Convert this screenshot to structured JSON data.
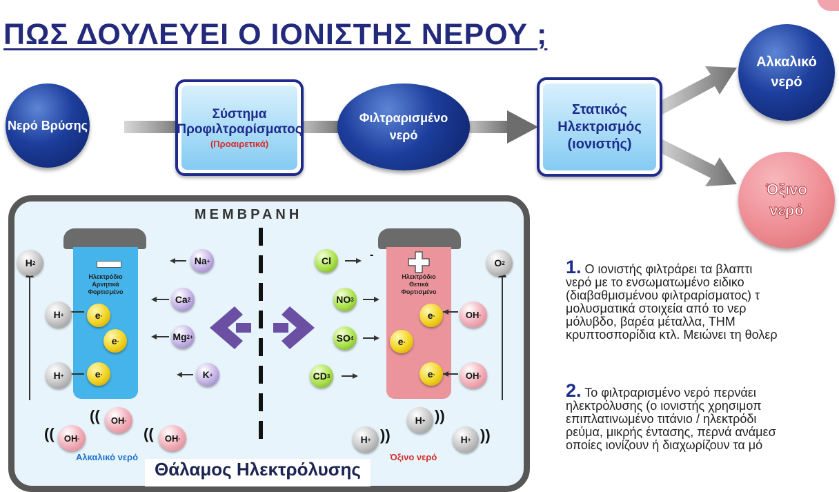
{
  "title": "ΠΩΣ ΔΟΥΛΕΥΕΙ Ο ΙΟΝΙΣΤΗΣ ΝΕΡΟΥ ;",
  "flow": {
    "tap_water": "Νερό Βρύσης",
    "prefilter_title_1": "Σύστημα",
    "prefilter_title_2": "Προφιλτραρίσματος",
    "prefilter_optional": "(Προαιρετικά)",
    "filtered_1": "Φιλτραρισμένο",
    "filtered_2": "νερό",
    "static_1": "Στατικός",
    "static_2": "Ηλεκτρισμός",
    "static_3": "(ιονιστής)",
    "alkaline_1": "Αλκαλικό",
    "alkaline_2": "νερό",
    "acid_1": "Όξινο",
    "acid_2": "νερό"
  },
  "chamber": {
    "membrane": "ΜΕΜΒΡΑΝΗ",
    "caption": "Θάλαμος Ηλεκτρόλυσης",
    "neg_electrode": [
      "Ηλεκτρόδιο",
      "Αρνητικά",
      "Φορτισμένο"
    ],
    "pos_electrode": [
      "Ηλεκτρόδιο",
      "Θετικά",
      "Φορτισμένο"
    ],
    "alkaline_water": "Αλκαλικό νερό",
    "acid_water": "Όξινο νερό",
    "h2": "H",
    "o2": "O",
    "electron": "e",
    "hydroxide": "OH",
    "hydrogen_ion": "H",
    "cations": [
      "Na",
      "Ca",
      "Mg",
      "K"
    ],
    "anions": [
      "Cl",
      "NO",
      "SO",
      "CD"
    ]
  },
  "paragraphs": [
    {
      "num": "1.",
      "lines": [
        "Ο ιονιστής φιλτράρει τα βλαπτι",
        "νερό με το ενσωματωμένο ειδικο",
        "(διαβαθμισμένου φιλτραρίσματος) τ",
        "μολυσματικά στοιχεία από το νερ",
        "μόλυβδο, βαρέα μέταλλα, ΤΗΜ",
        "κρυπτοσπορίδια κτλ. Μειώνει τη θολερ"
      ]
    },
    {
      "num": "2.",
      "lines": [
        "Το φιλτραρισμένο νερό περνάει",
        "ηλεκτρόλυσης (ο ιονιστής χρησιμοπ",
        "επιπλατινωμένο τιτάνιο / ηλεκτρόδι",
        "ρεύμα, μικρής έντασης, περνά ανάμεσ",
        "οποίες ιονίζουν ή διαχωρίζουν τα μό"
      ]
    }
  ]
}
